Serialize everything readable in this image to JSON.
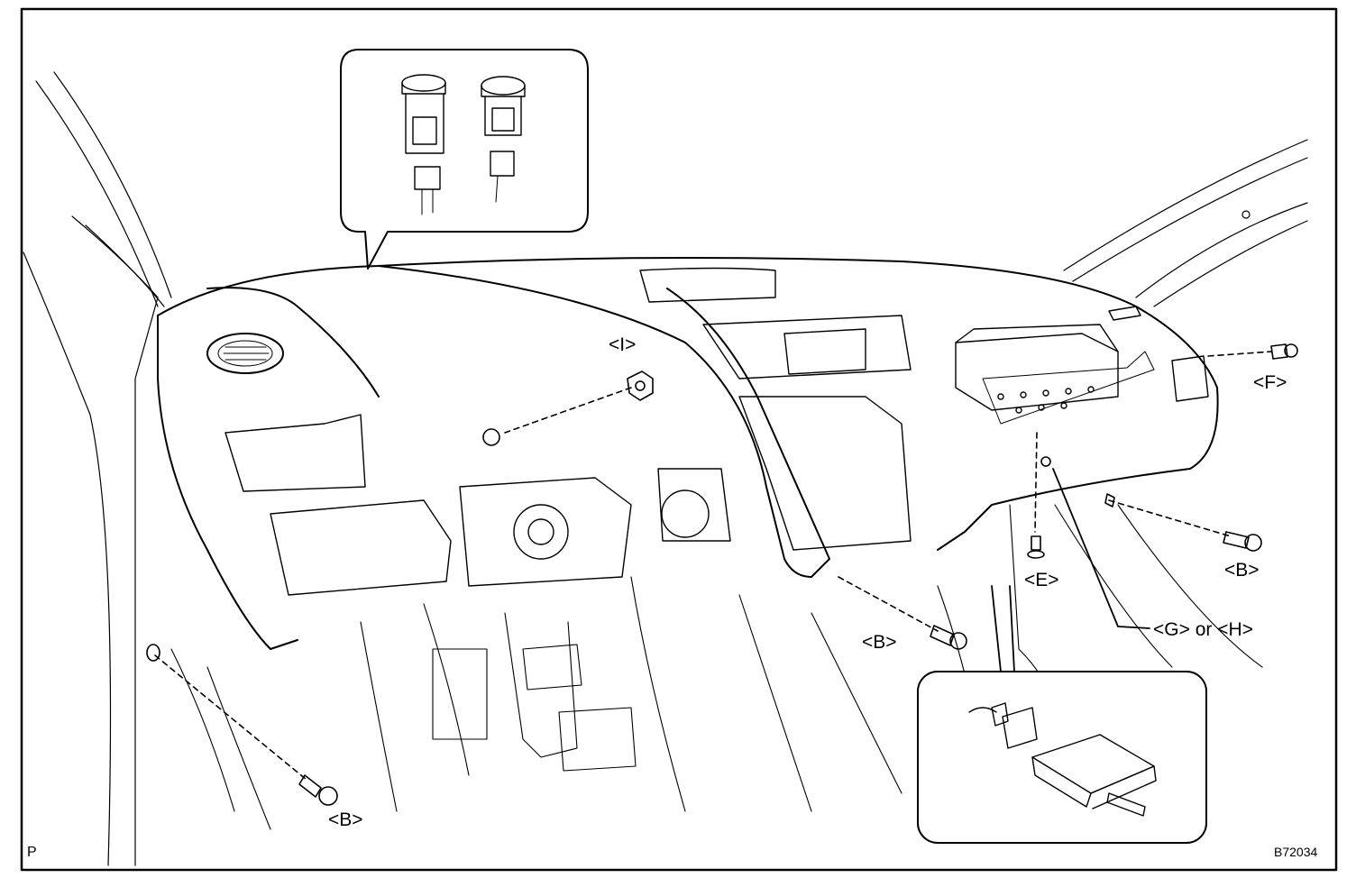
{
  "labels": {
    "I": "<I>",
    "F": "<F>",
    "B_right": "<B>",
    "E": "<E>",
    "G_or_H": "<G> or <H>",
    "B_center": "<B>",
    "B_bottom": "<B>"
  },
  "footer": {
    "corner_mark": "P",
    "figure_code": "B72034"
  },
  "colors": {
    "line": "#000000",
    "background": "#ffffff"
  }
}
